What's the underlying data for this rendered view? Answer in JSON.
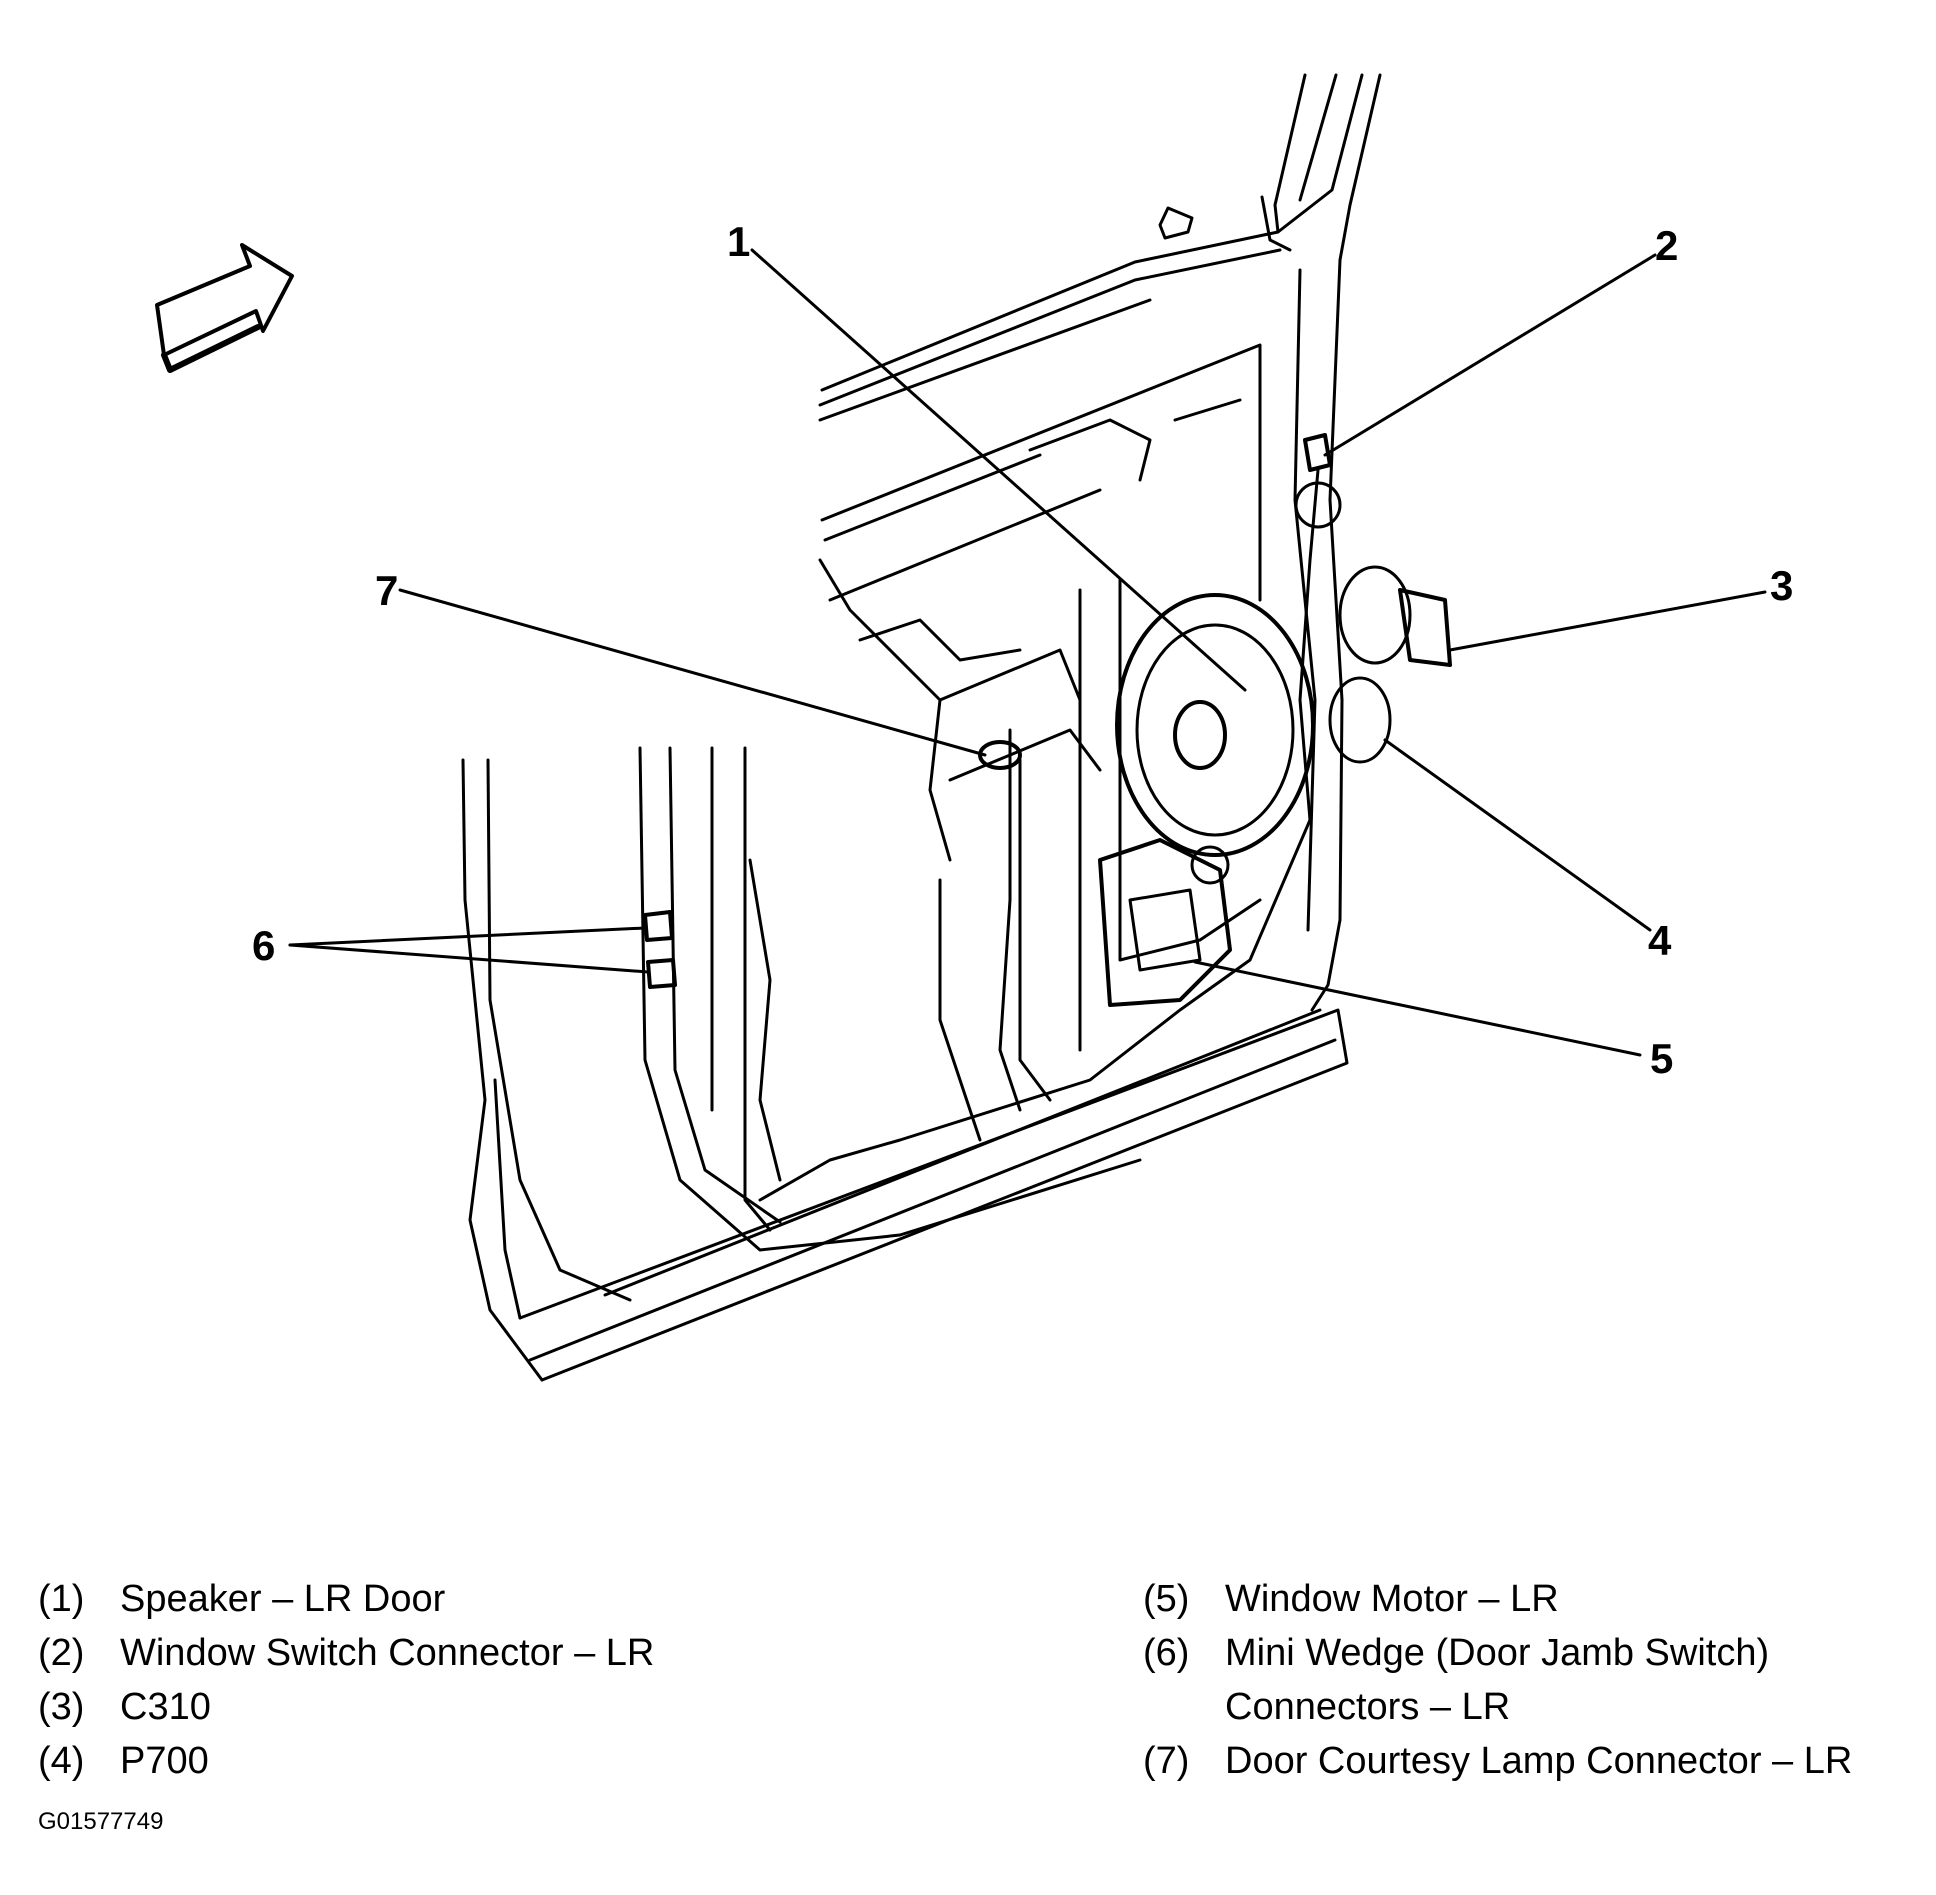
{
  "diagram": {
    "callouts": [
      "1",
      "2",
      "3",
      "4",
      "5",
      "6",
      "7"
    ]
  },
  "legend": {
    "left": [
      {
        "num": "(1)",
        "text": "Speaker – LR Door"
      },
      {
        "num": "(2)",
        "text": "Window Switch Connector – LR"
      },
      {
        "num": "(3)",
        "text": "C310"
      },
      {
        "num": "(4)",
        "text": "P700"
      }
    ],
    "right": [
      {
        "num": "(5)",
        "text": "Window Motor – LR"
      },
      {
        "num": "(6)",
        "text": "Mini Wedge (Door Jamb Switch)\nConnectors – LR"
      },
      {
        "num": "(7)",
        "text": "Door Courtesy Lamp Connector – LR"
      }
    ]
  },
  "figure_id": "G01577749"
}
